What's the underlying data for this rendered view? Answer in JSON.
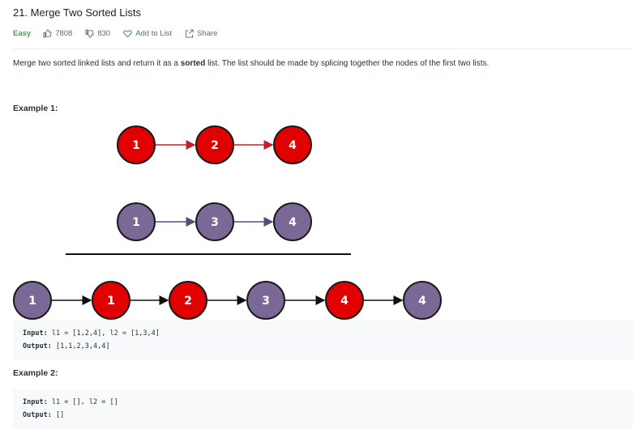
{
  "problem": {
    "title": "21. Merge Two Sorted Lists",
    "difficulty": "Easy",
    "likes": "7808",
    "dislikes": "830",
    "add_to_list": "Add to List",
    "share": "Share"
  },
  "description": {
    "part1": "Merge two sorted linked lists and return it as a ",
    "bold": "sorted",
    "part2": " list. The list should be made by splicing together the nodes of the first two lists."
  },
  "example1": {
    "title": "Example 1:",
    "input_label": "Input:",
    "input_value": " l1 = [1,2,4], l2 = [1,3,4]",
    "output_label": "Output:",
    "output_value": " [1,1,2,3,4,4]",
    "diagram": {
      "list1": [
        "1",
        "2",
        "4"
      ],
      "list2": [
        "1",
        "3",
        "4"
      ],
      "merged": [
        "1",
        "1",
        "2",
        "3",
        "4",
        "4"
      ],
      "merged_colors": [
        "purple",
        "red",
        "red",
        "purple",
        "red",
        "purple"
      ]
    }
  },
  "example2": {
    "title": "Example 2:",
    "input_label": "Input:",
    "input_value": " l1 = [], l2 = []",
    "output_label": "Output:",
    "output_value": " []"
  },
  "colors": {
    "red_fill": "#e00000",
    "purple_fill": "#7a6896",
    "red_arrow": "#c0202a",
    "purple_arrow": "#5a4a78",
    "easy": "#43a047"
  }
}
